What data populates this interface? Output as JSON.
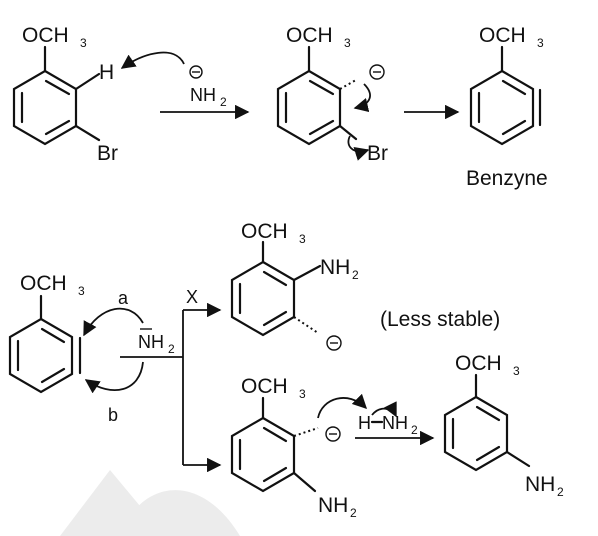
{
  "labels": {
    "och3": "OCH",
    "sub3": "3",
    "nh": "NH",
    "sub2": "2",
    "h": "H",
    "br": "Br",
    "benzyne": "Benzyne",
    "less_stable": "(Less stable)",
    "x": "X",
    "a": "a",
    "b": "b",
    "h_nh": "H",
    "nh_after_h": "NH"
  },
  "colors": {
    "ink": "#111111",
    "watermark": "#ececec"
  }
}
